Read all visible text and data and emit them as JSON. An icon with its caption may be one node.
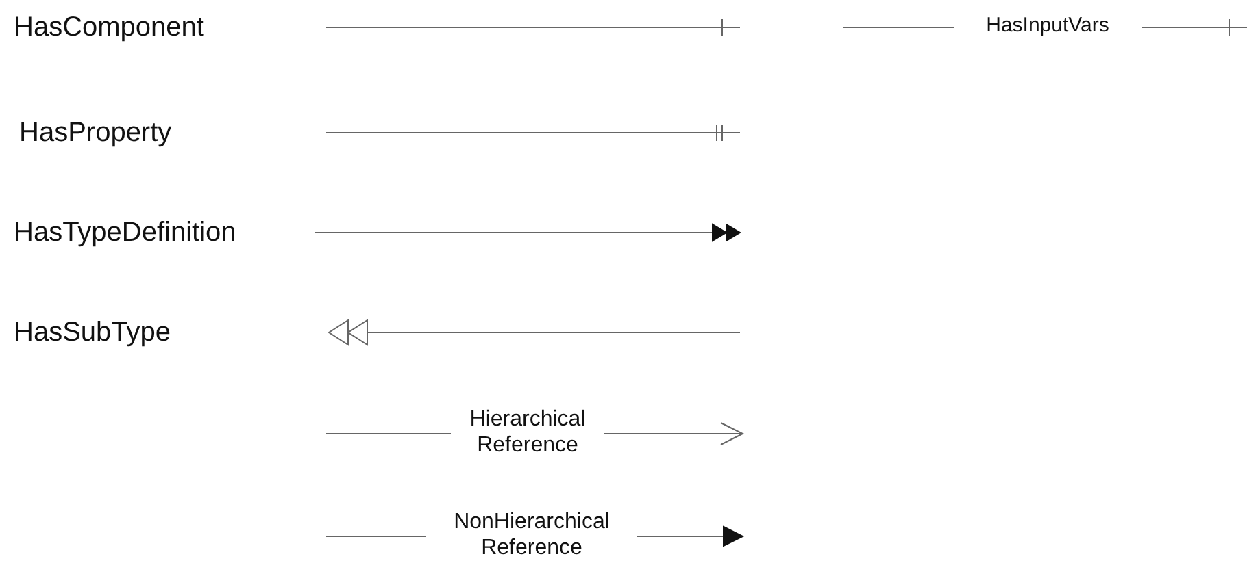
{
  "diagram": {
    "legend": [
      {
        "text": "HasComponent"
      },
      {
        "text": "HasInputVars"
      },
      {
        "text": "HasProperty"
      },
      {
        "text": "HasTypeDefinition"
      },
      {
        "text": "HasSubType"
      },
      {
        "text": "Hierarchical Reference"
      },
      {
        "text": "NonHierarchical Reference"
      }
    ]
  }
}
